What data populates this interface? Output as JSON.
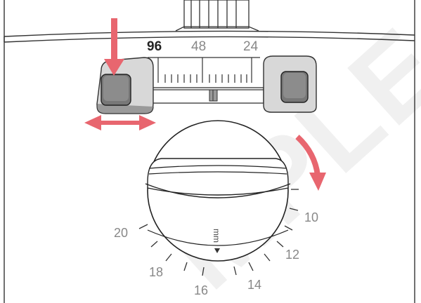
{
  "scale_labels": [
    "96",
    "48",
    "24"
  ],
  "dial_numbers": [
    "10",
    "12",
    "14",
    "16",
    "18",
    "20"
  ],
  "unit_label": "mm",
  "watermark_text": "MPLE DO",
  "colors": {
    "arrow": "#e8666f",
    "line": "#333333",
    "grey_light": "#d8d8d8",
    "grey_mid": "#9a9a9a",
    "grey_dark": "#777777",
    "watermark": "#f0f0f0"
  },
  "icons": {
    "press_arrow": "arrow-down-icon",
    "slide_arrow": "double-arrow-horizontal-icon",
    "turn_arrow": "curved-arrow-clockwise-icon"
  }
}
